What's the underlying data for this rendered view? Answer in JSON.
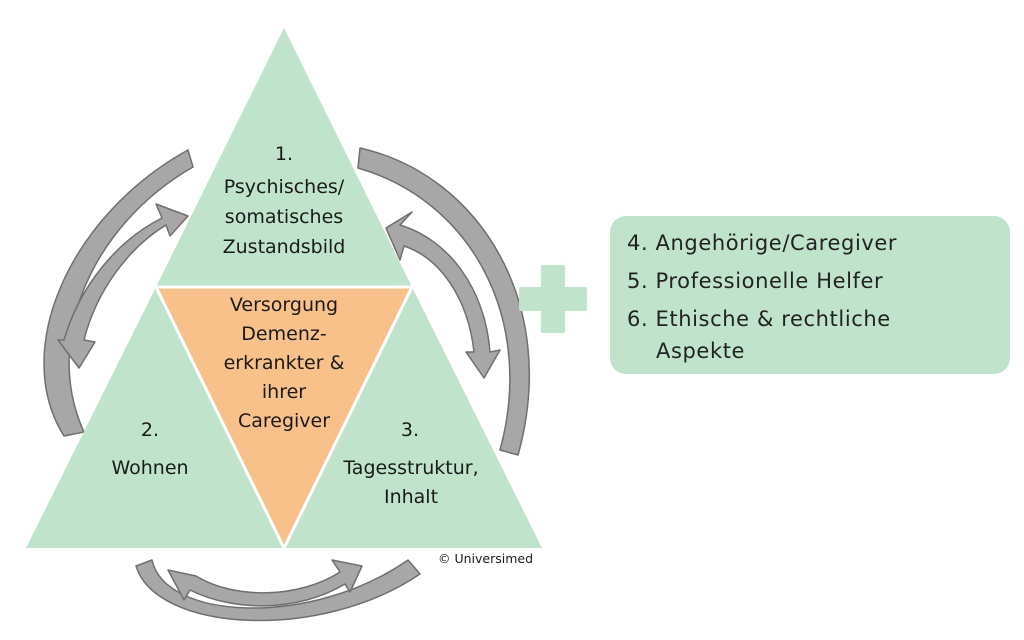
{
  "colors": {
    "triangle_fill": "#c0e3cb",
    "center_fill": "#f8c18a",
    "box_fill": "#c0e3cb",
    "plus_fill": "#c0e3cb",
    "arrow_fill": "#a7a7a7",
    "arrow_stroke": "#6f6f6f"
  },
  "triangle_top": {
    "number": "1.",
    "lines": [
      "Psychisches/",
      "somatisches",
      "Zustandsbild"
    ]
  },
  "triangle_left": {
    "number": "2.",
    "lines": [
      "Wohnen"
    ]
  },
  "triangle_right": {
    "number": "3.",
    "lines": [
      "Tagesstruktur,",
      "Inhalt"
    ]
  },
  "triangle_center": {
    "lines": [
      "Versorgung",
      "Demenz-",
      "erkrankter &",
      "ihrer",
      "Caregiver"
    ]
  },
  "side_box": {
    "items": [
      "4. Angehörige/Caregiver",
      "5. Professionelle Helfer",
      "6. Ethische & rechtliche",
      "Aspekte"
    ]
  },
  "plus_icon": "plus-icon",
  "arrow_icon": "curved-arrow-icon",
  "credit": "© Universimed"
}
